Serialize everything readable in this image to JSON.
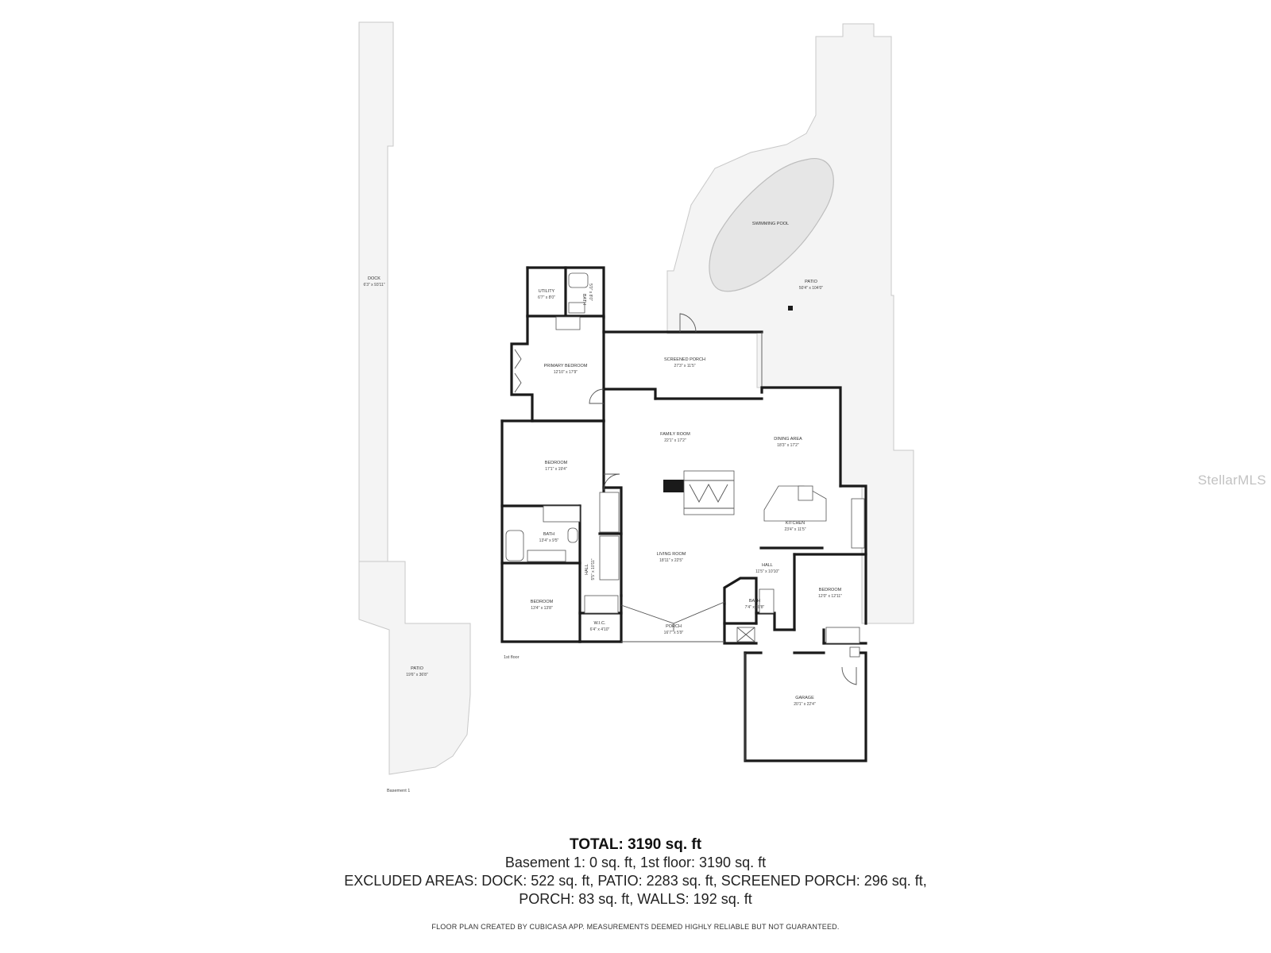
{
  "rooms": {
    "dock": {
      "name": "DOCK",
      "dim": "6'3\" x 93'11\""
    },
    "patio_left": {
      "name": "PATIO",
      "dim": "19'6\" x 36'8\""
    },
    "swimming_pool": {
      "name": "SWIMMING POOL"
    },
    "patio_main": {
      "name": "PATIO",
      "dim": "50'4\" x 104'0\""
    },
    "utility": {
      "name": "UTILITY",
      "dim": "6'7\" x 8'0\""
    },
    "bath_small": {
      "name": "BATH",
      "dim": "5'0\" x 8'0\""
    },
    "primary_bedroom": {
      "name": "PRIMARY BEDROOM",
      "dim": "12'10\" x 17'9\""
    },
    "screened_porch": {
      "name": "SCREENED PORCH",
      "dim": "27'3\" x 11'5\""
    },
    "family_room": {
      "name": "FAMILY ROOM",
      "dim": "22'1\" x 17'2\""
    },
    "dining_area": {
      "name": "DINING AREA",
      "dim": "18'3\" x 17'2\""
    },
    "bedroom_1": {
      "name": "BEDROOM",
      "dim": "17'1\" x 19'4\""
    },
    "bath_mid": {
      "name": "BATH",
      "dim": "13'4\" x 9'5\""
    },
    "kitchen": {
      "name": "KITCHEN",
      "dim": "23'4\" x 11'5\""
    },
    "living_room": {
      "name": "LIVING ROOM",
      "dim": "18'11\" x 22'5\""
    },
    "hall_right": {
      "name": "HALL",
      "dim": "11'5\" x 10'10\""
    },
    "hall_left": {
      "name": "HALL",
      "dim": "5'5\" x 10'11\""
    },
    "bedroom_2": {
      "name": "BEDROOM",
      "dim": "13'4\" x 13'8\""
    },
    "bath_hall": {
      "name": "BATH",
      "dim": "7'4\" x 10'8\""
    },
    "bedroom_3": {
      "name": "BEDROOM",
      "dim": "12'0\" x 12'11\""
    },
    "wic": {
      "name": "W.I.C.",
      "dim": "6'4\" x 4'10\""
    },
    "porch": {
      "name": "PORCH",
      "dim": "16'7\" x 5'9\""
    },
    "garage": {
      "name": "GARAGE",
      "dim": "20'1\" x 22'4\""
    }
  },
  "floor_labels": {
    "first": "1st floor",
    "basement": "Basement 1"
  },
  "summary": {
    "total": "TOTAL: 3190 sq. ft",
    "line1": "Basement 1: 0 sq. ft, 1st floor: 3190 sq. ft",
    "line2": "EXCLUDED AREAS: DOCK: 522 sq. ft, PATIO: 2283 sq. ft, SCREENED PORCH: 296 sq. ft,",
    "line3": "PORCH: 83 sq. ft, WALLS: 192 sq. ft"
  },
  "disclaimer": "FLOOR PLAN CREATED BY CUBICASA APP. MEASUREMENTS DEEMED HIGHLY RELIABLE BUT NOT GUARANTEED.",
  "watermark": "StellarMLS",
  "colors": {
    "wall": "#1a1a1a",
    "exterior_fill": "#f4f4f4",
    "exterior_outline": "#c8c8c8",
    "pool_fill": "#e6e6e6"
  }
}
